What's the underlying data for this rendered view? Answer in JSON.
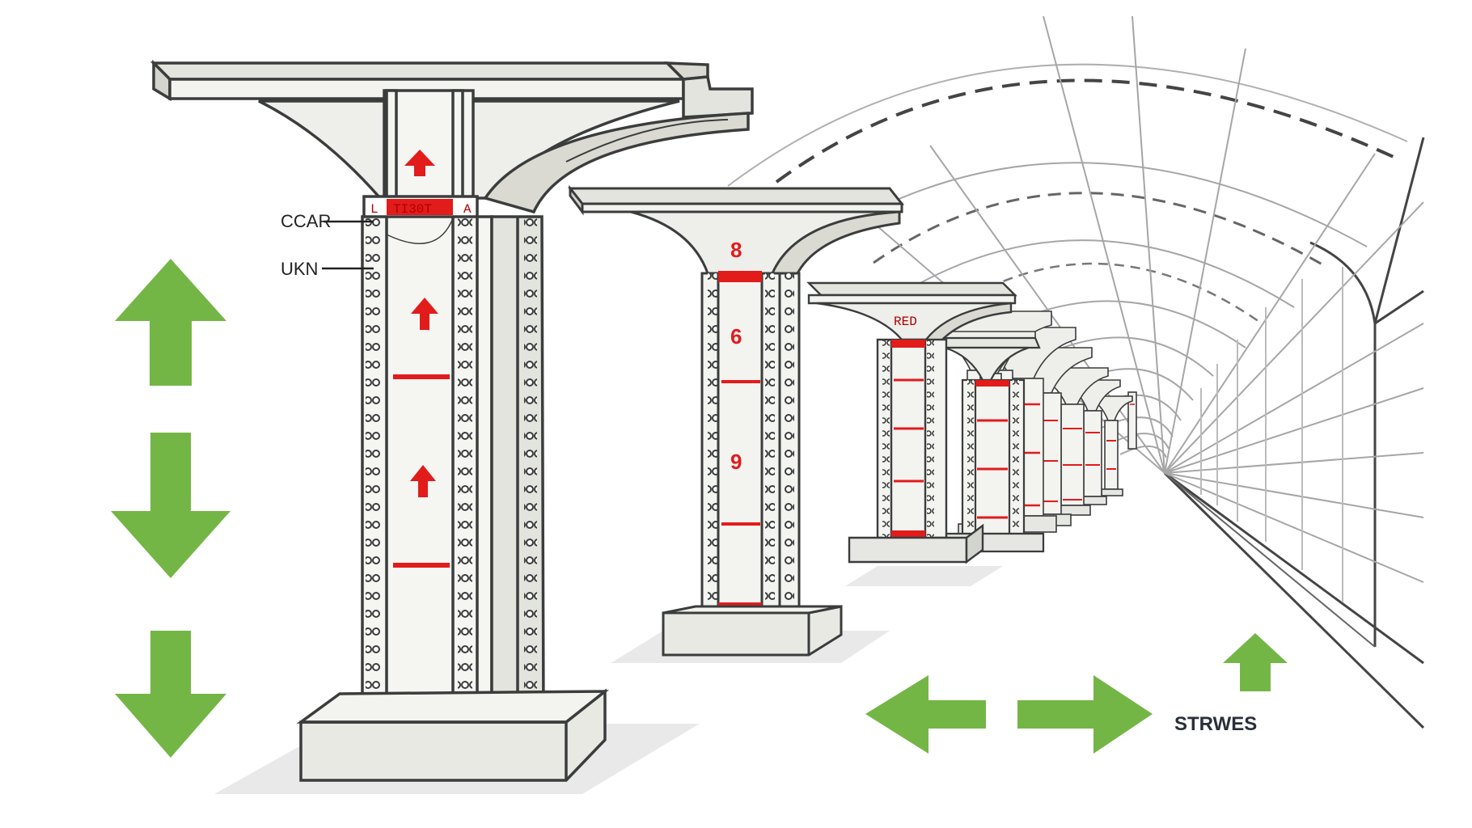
{
  "diagram": {
    "callouts": [
      {
        "id": "ccar",
        "text": "CCAR"
      },
      {
        "id": "ukn",
        "text": "UKN"
      }
    ],
    "pillar_sign": {
      "left": "L",
      "middle": "TI30T",
      "right": "A"
    },
    "pillar2_numbers": [
      "8",
      "6",
      "9"
    ],
    "bottom_label": "STRWES",
    "colors": {
      "arrow_green": "#74b646",
      "marker_red": "#e21b1b",
      "outline": "#3a3d3c",
      "concrete_light": "#f1f1ee",
      "concrete_mid": "#dcdcd6",
      "tunnel_line": "#9a9a9a",
      "shadow": "#e6e6e6"
    },
    "icons": [
      "up-arrow-icon",
      "down-arrow-icon",
      "left-arrow-icon",
      "right-arrow-icon",
      "small-up-arrow-icon"
    ]
  }
}
